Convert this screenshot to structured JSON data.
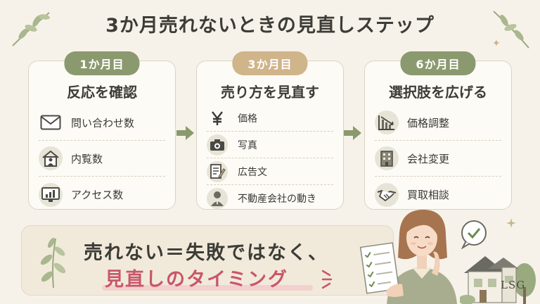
{
  "title": "3か月売れないときの見直しステップ",
  "colors": {
    "green": "#8b9a6e",
    "beige": "#d0b48a",
    "accent_pink": "#c9566a",
    "icon_bg": "#e6e4d6"
  },
  "steps": [
    {
      "badge": "1か月目",
      "heading": "反応を確認",
      "items": [
        {
          "label": "問い合わせ数",
          "icon": "envelope-icon"
        },
        {
          "label": "内覧数",
          "icon": "house-person-icon"
        },
        {
          "label": "アクセス数",
          "icon": "monitor-chart-icon"
        }
      ]
    },
    {
      "badge": "3か月目",
      "heading": "売り方を見直す",
      "items": [
        {
          "label": "価格",
          "icon": "yen-icon"
        },
        {
          "label": "写真",
          "icon": "camera-icon"
        },
        {
          "label": "広告文",
          "icon": "document-pen-icon"
        },
        {
          "label": "不動産会社の動き",
          "icon": "agent-person-icon"
        }
      ]
    },
    {
      "badge": "6か月目",
      "heading": "選択肢を広げる",
      "items": [
        {
          "label": "価格調整",
          "icon": "down-chart-icon"
        },
        {
          "label": "会社変更",
          "icon": "building-icon"
        },
        {
          "label": "買取相談",
          "icon": "handshake-icon"
        }
      ]
    }
  ],
  "message": {
    "line1": "売れない＝失敗ではなく、",
    "line2": "見直しのタイミング"
  },
  "logo": "LSG"
}
